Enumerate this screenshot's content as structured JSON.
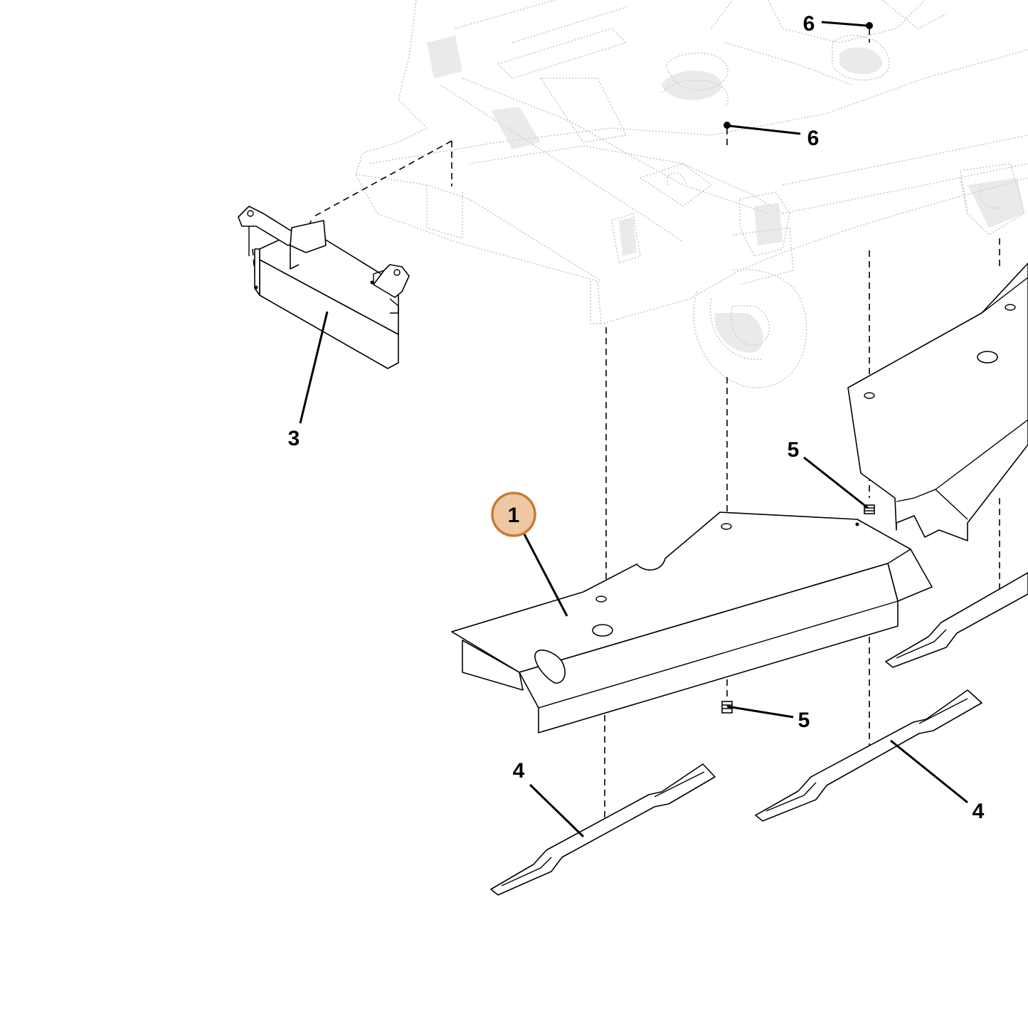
{
  "diagram": {
    "callouts": {
      "c1": "1",
      "c3": "3",
      "c4a": "4",
      "c4b": "4",
      "c5a": "5",
      "c5b": "5",
      "c6a": "6",
      "c6b": "6"
    },
    "highlighted_callout": "1",
    "colors": {
      "highlight_fill": "#eec7a3",
      "highlight_stroke": "#c77b36",
      "ghost_deck": "#b9b9b9",
      "parts": "#000000"
    }
  }
}
